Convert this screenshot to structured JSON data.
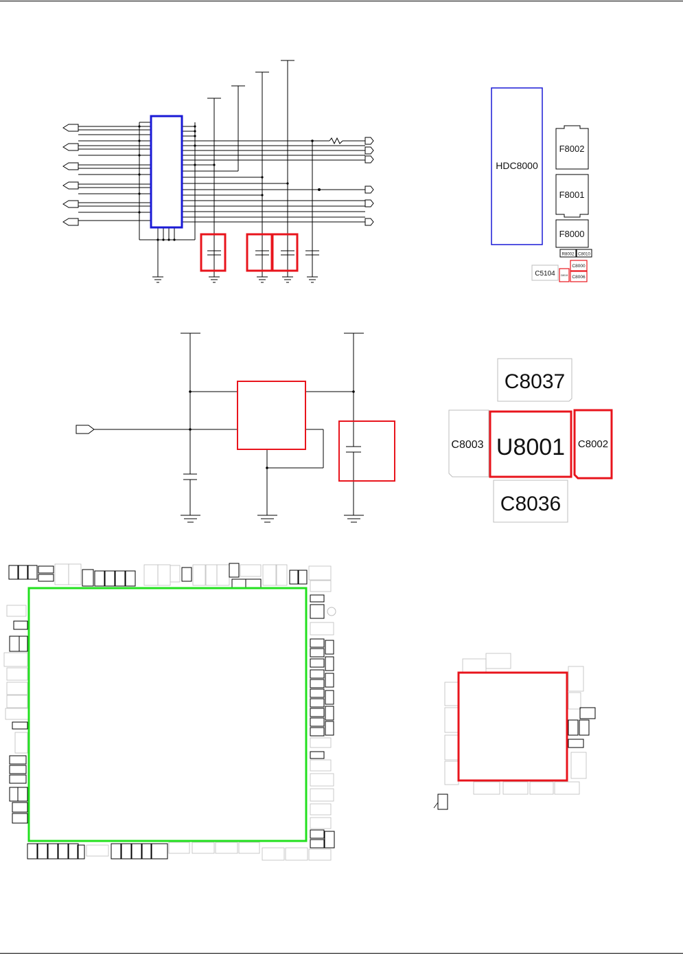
{
  "colors": {
    "ink": "#000000",
    "highlight_red": "#e8141c",
    "highlight_blue": "#1a1ad6",
    "highlight_green": "#22e01e",
    "faint": "#bdbdbd"
  },
  "pcb_top_right": {
    "ic_label": "HDC8000",
    "fuses": [
      "F8002",
      "F8001",
      "F8000"
    ],
    "small_parts": [
      "R8002",
      "C8010"
    ],
    "cap_label": "C5104",
    "tiny_label": "C8019",
    "red_parts": [
      "C8000",
      "C8006"
    ]
  },
  "pcb_mid_right": {
    "top": "C8037",
    "left": "C8003",
    "center": "U8001",
    "right": "C8002",
    "bottom": "C8036"
  }
}
